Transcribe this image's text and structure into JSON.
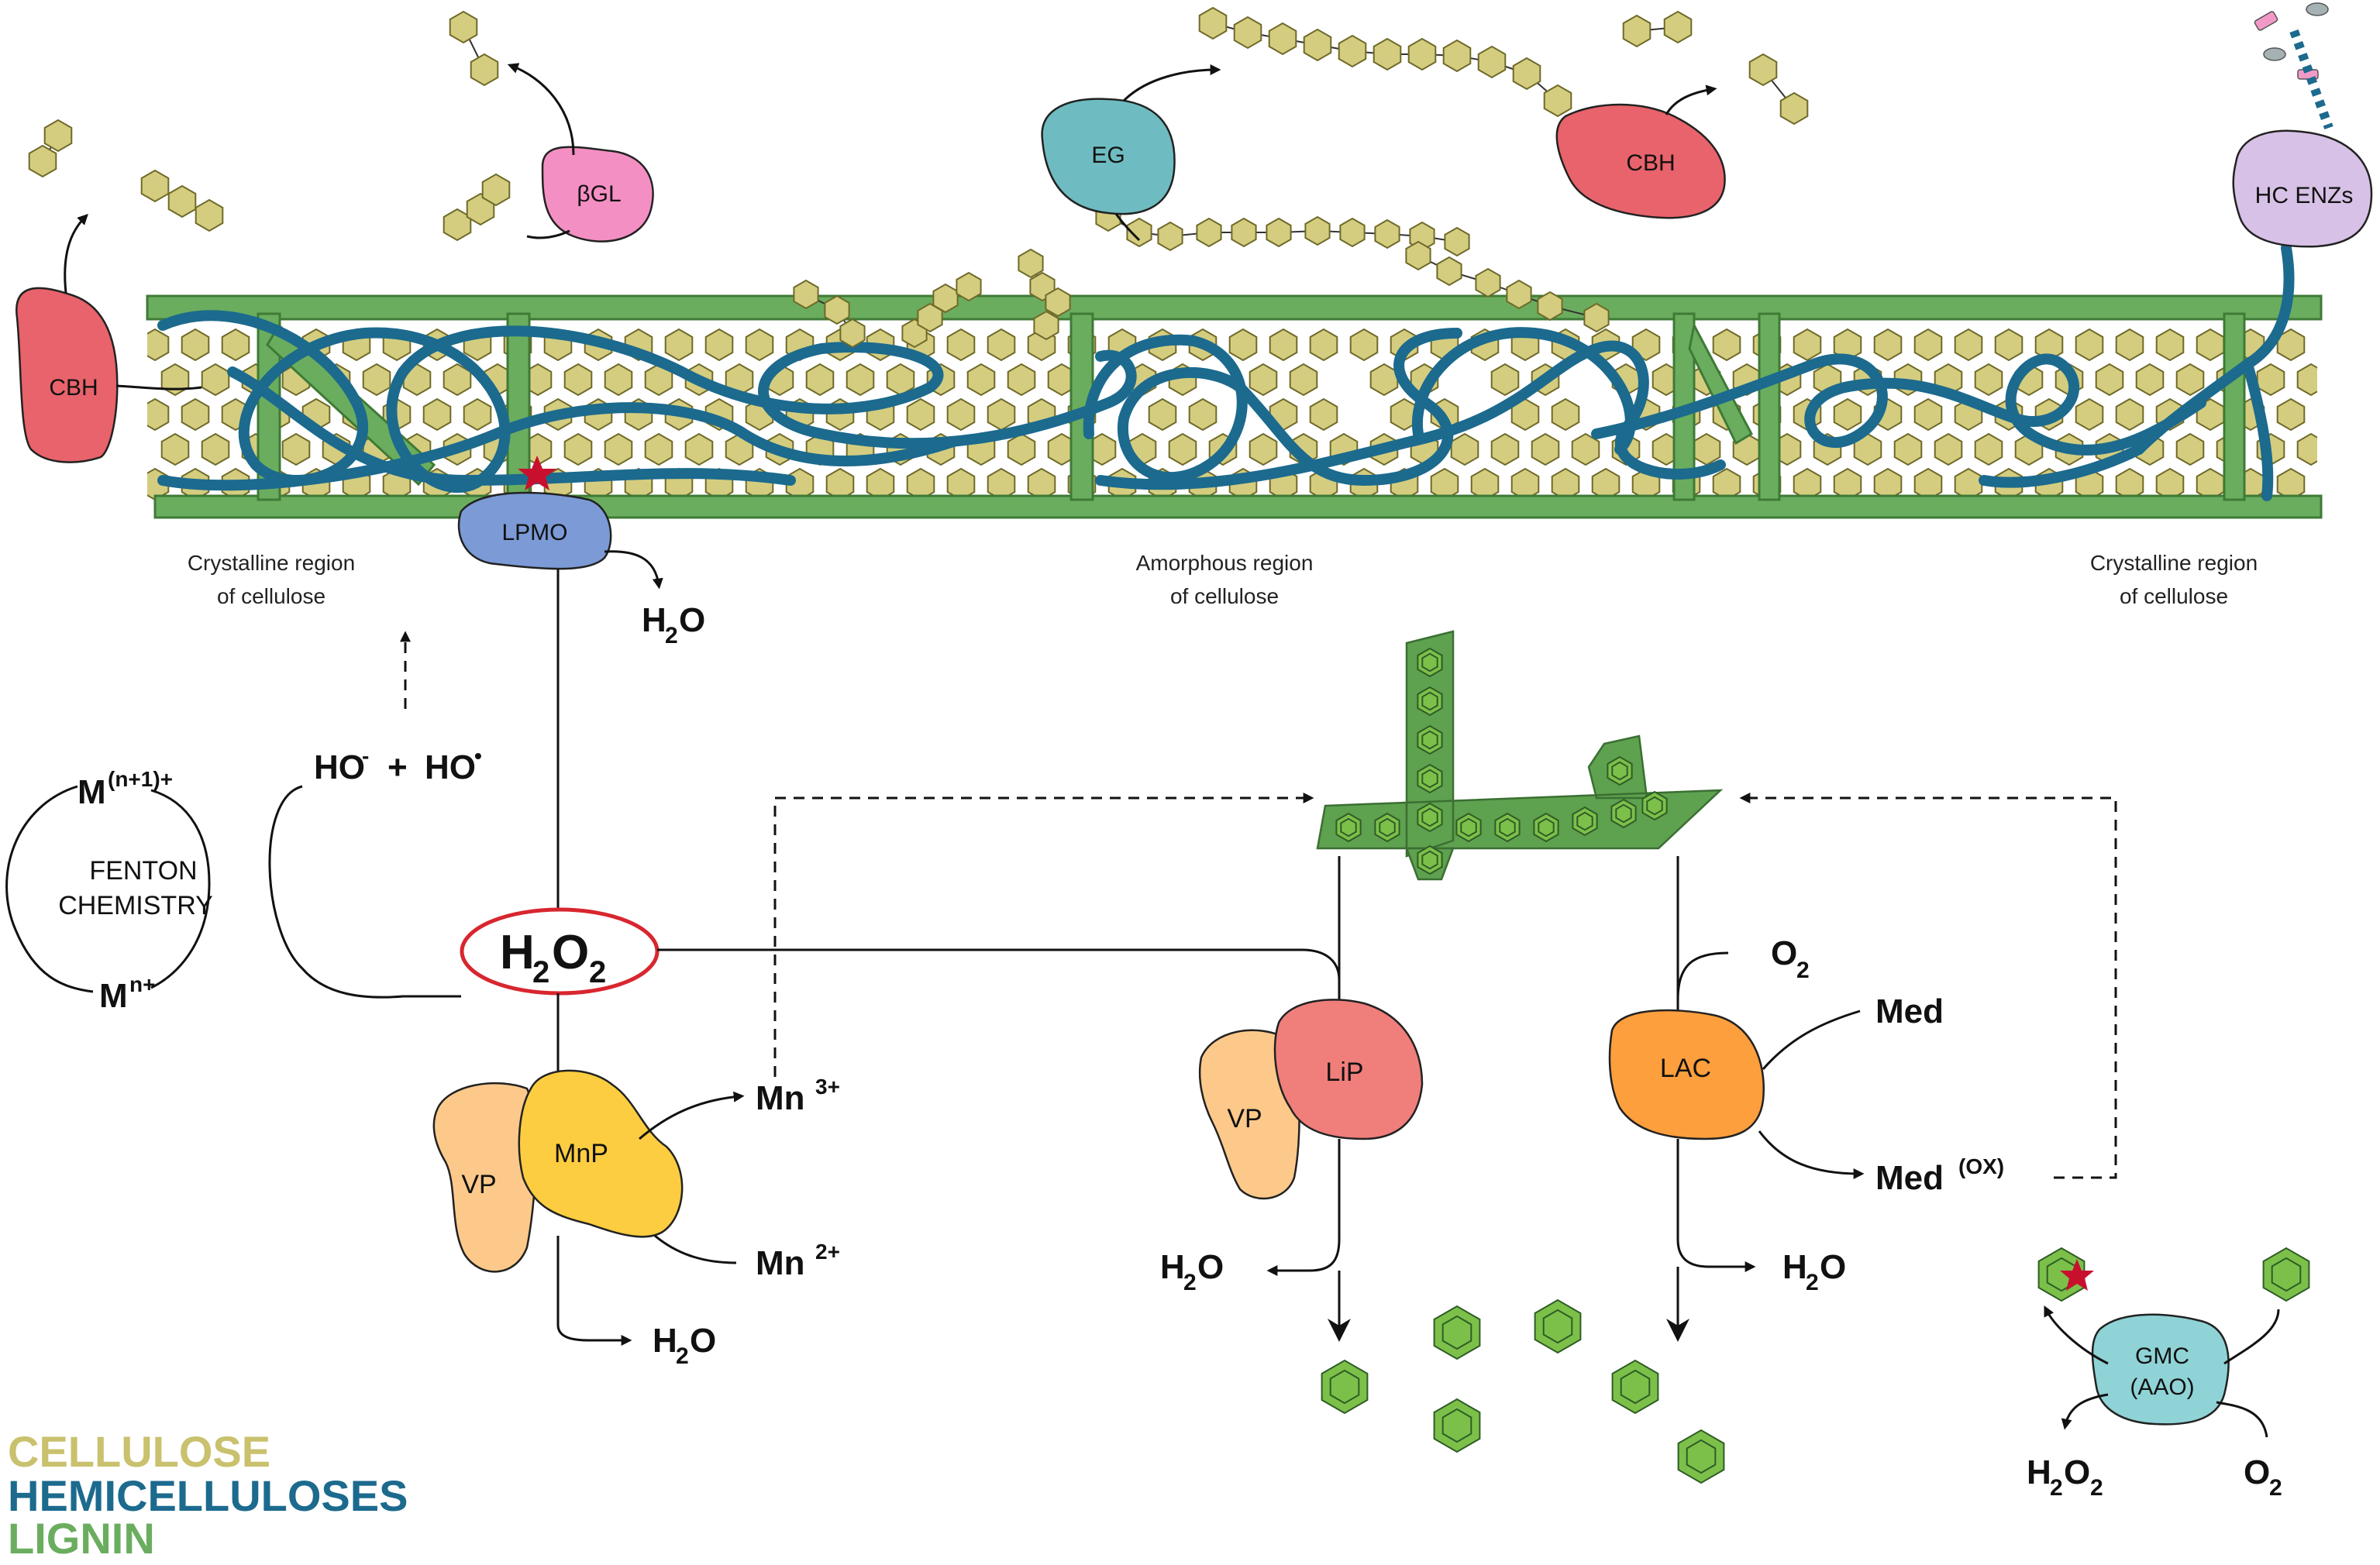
{
  "enzymes": {
    "cbh_left": "CBH",
    "bgl": "βGL",
    "eg": "EG",
    "cbh_right": "CBH",
    "hc_enzymes": "HC ENZs",
    "lpmo": "LPMO",
    "vp_left": "VP",
    "mnp": "MnP",
    "vp_right": "VP",
    "lip": "LiP",
    "lac": "LAC",
    "gmc_line1": "GMC",
    "gmc_line2": "(AAO)"
  },
  "regions": {
    "crystalline_left_l1": "Crystalline region",
    "crystalline_left_l2": "of cellulose",
    "amorphous_l1": "Amorphous region",
    "amorphous_l2": "of cellulose",
    "crystalline_right_l1": "Crystalline region",
    "crystalline_right_l2": "of cellulose"
  },
  "fenton": {
    "line1": "FENTON",
    "line2": "CHEMISTRY",
    "m_oxidized_base": "M",
    "m_oxidized_sup": "(n+1)+",
    "m_reduced_base": "M",
    "m_reduced_sup": "n+",
    "ho_anion_base": "HO",
    "ho_anion_sup": "-",
    "plus": "+",
    "ho_radical_base": "HO",
    "ho_radical_sup": "•"
  },
  "species": {
    "h2o2_h": "H",
    "h2o2_2a": "2",
    "h2o2_o": "O",
    "h2o2_2b": "2",
    "h": "H",
    "sub2": "2",
    "o": "O",
    "mn3_base": "Mn",
    "mn3_sup": "3+",
    "mn2_base": "Mn",
    "mn2_sup": "2+",
    "o2_base": "O",
    "o2_sub": "2",
    "med": "Med",
    "medox_base": "Med",
    "medox_sup": "(OX)"
  },
  "legend": {
    "cellulose": "CELLULOSE",
    "hemicelluloses": "HEMICELLULOSES",
    "lignin": "LIGNIN"
  },
  "colors": {
    "cellulose": "#c9c16d",
    "cellulose_fill": "#d4cd7f",
    "hemicellulose": "#1c6a8e",
    "lignin_frame": "#6aad5e",
    "lignin_fill": "#7cc04a",
    "cbh": "#e8636b",
    "bgl": "#f48fc3",
    "eg": "#6ebcc1",
    "hc": "#d7c1e6",
    "lpmo": "#7b9ad6",
    "vp": "#fdc98a",
    "mnp": "#fccd40",
    "lip": "#f07e7b",
    "lac": "#fd9f3d",
    "gmc": "#8fd3d6",
    "h2o2_ring": "#d8262f",
    "radical_star": "#c8102e"
  }
}
